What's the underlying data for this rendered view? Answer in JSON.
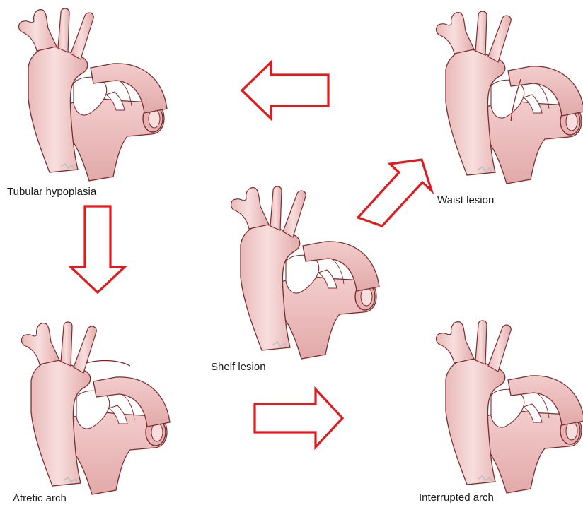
{
  "labels": {
    "tubular": "Tubular hypoplasia",
    "waist": "Waist lesion",
    "shelf": "Shelf lesion",
    "atretic": "Atretic arch",
    "interrupted": "Interrupted arch"
  },
  "colors": {
    "vessel_fill": "#f6d6d6",
    "vessel_shade": "#e7b4b4",
    "vessel_outline": "#7b2e2e",
    "arrow_red": "#e3191c"
  },
  "arrows": [
    {
      "name": "arrow-to-tubular",
      "direction": "left"
    },
    {
      "name": "arrow-to-waist",
      "direction": "up-right"
    },
    {
      "name": "arrow-to-atretic",
      "direction": "down"
    },
    {
      "name": "arrow-to-interrupted",
      "direction": "right"
    }
  ]
}
